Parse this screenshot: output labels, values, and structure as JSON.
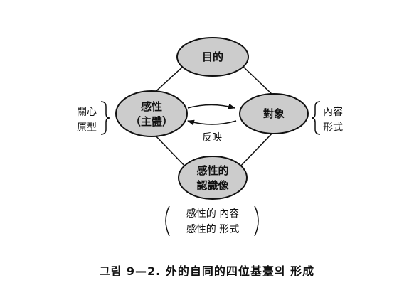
{
  "diagram": {
    "nodes": {
      "top": {
        "lines": [
          "目的"
        ]
      },
      "left": {
        "lines": [
          "感性",
          "（主體）"
        ]
      },
      "right": {
        "lines": [
          "對象"
        ]
      },
      "bottom": {
        "lines": [
          "感性的",
          "認識像"
        ]
      }
    },
    "arrow_label": "反映",
    "left_bracket_lines": [
      "關心",
      "原型"
    ],
    "right_bracket_lines": [
      "內容",
      "形式"
    ],
    "bottom_bracket_lines": [
      "感性的 內容",
      "感性的 形式"
    ],
    "colors": {
      "node_fill": "#cccccc",
      "ink": "#111111"
    }
  },
  "caption": "그림 9—2. 外的自同的四位基臺의 形成"
}
